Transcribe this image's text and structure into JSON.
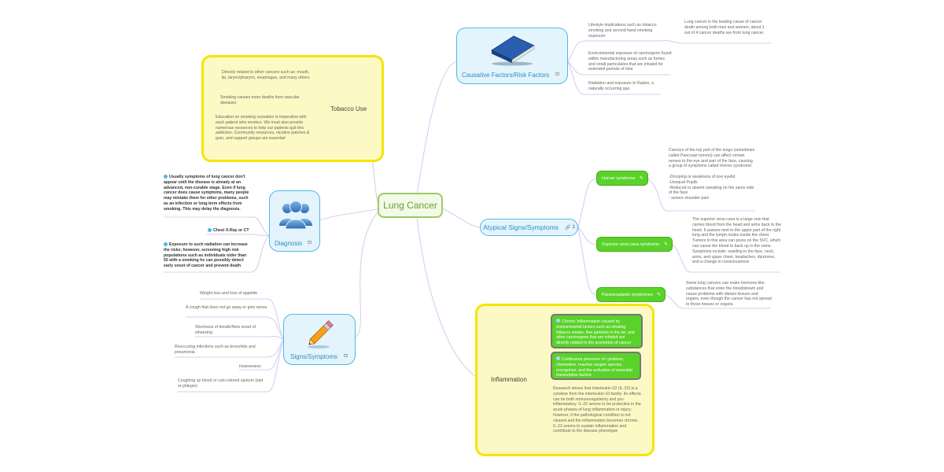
{
  "central": {
    "label": "Lung Cancer"
  },
  "colors": {
    "branch": "#d8cef0",
    "topic_border": "#4fb8e6",
    "topic_fill": "#e4f4fc",
    "highlight_border": "#f5e500",
    "highlight_fill": "#fcf9c4",
    "green_node": "#5ad22a",
    "central_border": "#9ccc65"
  },
  "tobacco": {
    "label": "Tobacco Use",
    "items": [
      "Directly related to other cancers such as: mouth, lip, larynx/pharynx, esophagus, and many others",
      "Smoking causes more deaths then vascular diseases",
      "Education on smoking cessation is imperative with each patient who smokes. We must also provide numerous resources to help our patients quit this addiction. Community resources, nicotine patches & gum, and support groups are essential"
    ]
  },
  "diagnosis": {
    "label": "Diagnosis",
    "icon": "people-icon",
    "items": [
      "Usually symptoms of lung cancer don't appear until the disease is already at an advanced, non-curable stage. Even if lung cancer does cause symptoms, many people may mistake them for other problems, such as an infection or long-term effects from smoking. This may delay the diagnosis.",
      "Chest X-Ray or CT",
      "Exposure to such radiation can increase the risks; however, screening high risk populations such as individuals older than 55 with a smoking hx can possibly detect early onset of cancer and prevent death"
    ]
  },
  "symptoms": {
    "label": "Signs/Symptoms",
    "icon": "pencil-icon",
    "items": [
      "Weight loss and loss of appetite",
      "A cough that does not go away or gets worse",
      "Shortness of breath/New onset of wheezing",
      "Reoccuring infections such as bronchitis and pneumonia",
      "Hoarseness",
      "Coughing up blood or rust-colored sputum (spit or phlegm)"
    ]
  },
  "causative": {
    "label": "Causative Factors/Risk Factors",
    "icon": "book-icon",
    "items": [
      "Lifestyle implications such as tobacco smoking and second hand smoking exposure",
      "Environmental exposure of carcinogens found within manufacturing areas such as fumes and small particulates that are inhaled for extended periods of time",
      "Radiation and exposure to Radon, a naturally occurring gas"
    ],
    "sub_item": "Lung cancer is the leading cause of cancer death among both men and women; about 1 out of 4 cancer deaths are from lung cancer."
  },
  "atypical": {
    "label": "Atypical Signs/Symptoms",
    "link_count": "1",
    "children": [
      {
        "label": "Horner syndrome",
        "note": "Cancers of the top part of the lungs (sometimes called Pancoast tumors) can affect certain nerves to the eye and part of the face, causing a group of symptoms called Horner syndrome:\n\n-Drooping or weakness of one eyelid\n-Unequal Pupils\n-Reduced or absent sweating on the same side of the face\n- severe shoulder pain"
      },
      {
        "label": "Superior vena cava syndrome",
        "note": "The superior vena cava is a large vein that carries blood from the head and arms back to the heart. It passes next to the upper part of the right lung and the lymph nodes inside the chest. Tumors in this area can press on the SVC, which can cause the blood to back up in the veins. Symptoms include: swelling in the face, neck, arms, and upper chest, headaches, dizziness, and a change in consciousness"
      },
      {
        "label": "Paraneoplastic syndromes",
        "note": "Some lung cancers can make hormone-like substances that enter the bloodstream and cause problems with distant tissues and organs, even though the cancer has not spread to those tissues or organs."
      }
    ]
  },
  "inflammation": {
    "label": "Inflammation",
    "items": [
      "Chronic Inflammation caused by environmental factors such as inhaling tobacco smoke, fine particles in the air, and other carcinogens that are inhaled are directly related to the promotion of cancer",
      "Continuous presence of cytokines, chemokine, reactive oxygen species, oncogenes, and the activation of essential transcriptive factors",
      "Research shows that Interleukin-22 (IL-22) is a cytokine from the interleukin-10 family. Its effects can be both immunoregulatory and pro-inflammatory. IL-22 seems to be protective in the acute phases of lung inflammation or injury; however, if the pathological condition is not cleared and the inflammation becomes chronic, IL-22 seems to sustain inflammation and contribute to the disease phenotype"
    ]
  }
}
